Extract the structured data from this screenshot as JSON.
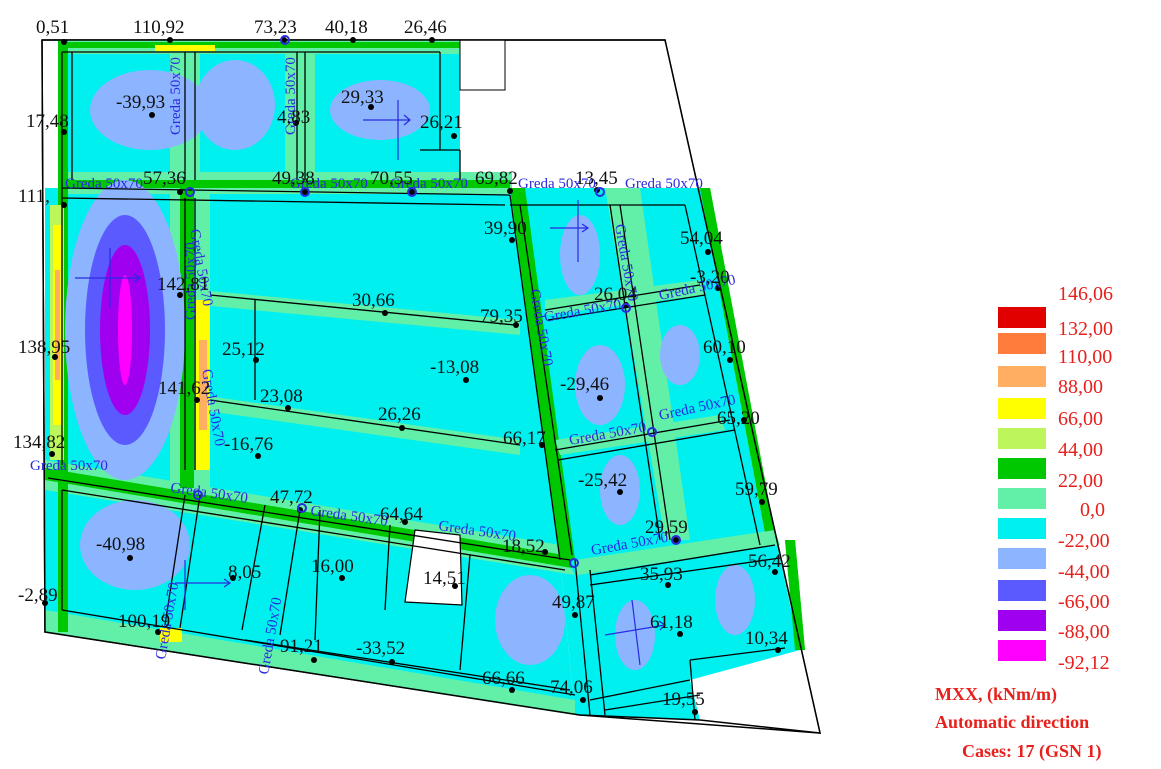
{
  "diagram": {
    "value_labels": [
      "0,51",
      "110,92",
      "73,23",
      "40,18",
      "26,46",
      "17,48",
      "-39,93",
      "29,33",
      "4,83",
      "26,21",
      "111,",
      "57,36",
      "49,38",
      "70,55",
      "69,82",
      "13,45",
      "39,90",
      "54,04",
      "142,81",
      "30,66",
      "26,04",
      "-3,20",
      "79,35",
      "138,95",
      "25,12",
      "-13,08",
      "60,10",
      "141,62",
      "-29,46",
      "23,08",
      "65,20",
      "26,26",
      "134,82",
      "-16,76",
      "66,17",
      "-25,42",
      "59,79",
      "47,72",
      "64,64",
      "29,59",
      "-40,98",
      "18,52",
      "56,42",
      "8,05",
      "16,00",
      "35,93",
      "14,51",
      "-2,89",
      "49,87",
      "100,19",
      "61,18",
      "10,34",
      "91,21",
      "-33,52",
      "66,66",
      "74,06",
      "19,55"
    ],
    "beam_labels": [
      "Greda 50x70",
      "Greda 50x70",
      "Greda 50x70",
      "Greda 50x70",
      "Greda 50x70",
      "Greda 50x70",
      "Greda 50x70",
      "Greda 50x70",
      "Greda 50x70",
      "Greda 50x70",
      "Greda 50x70",
      "Greda 50x70",
      "Greda 50x70",
      "Greda 50x70",
      "Greda 50x70",
      "Greda 50x70",
      "Greda 50x70",
      "Greda 50x70",
      "Greda 50x70",
      "Greda 50x70",
      "Greda 50x70",
      "Greda 50x70",
      "Greda 50x70"
    ]
  },
  "legend": {
    "items": [
      {
        "label": "146,06",
        "color": "#e00000"
      },
      {
        "label": "132,00",
        "color": "#ff7c3c"
      },
      {
        "label": "110,00",
        "color": "#ffae62"
      },
      {
        "label": "88,00",
        "color": "#ffff00"
      },
      {
        "label": "66,00",
        "color": "#bdf65a"
      },
      {
        "label": "44,00",
        "color": "#00c800"
      },
      {
        "label": "22,00",
        "color": "#62f0a8"
      },
      {
        "label": "0,0",
        "color": "#00f0f0"
      },
      {
        "label": "-22,00",
        "color": "#8cb4ff"
      },
      {
        "label": "-44,00",
        "color": "#5a5aff"
      },
      {
        "label": "-66,00",
        "color": "#a000f0"
      },
      {
        "label": "-88,00",
        "color": "#ff00ff"
      },
      {
        "label": "-92,12",
        "color": ""
      }
    ],
    "caption": [
      "MXX, (kNm/m)",
      "Automatic direction",
      "Cases: 17 (GSN 1)"
    ]
  },
  "colors": {
    "plate": "#00f0f0",
    "band": "#62f0a8",
    "support": "#00c800",
    "negative": "#8cb4ff",
    "strong_negative": "#5a5aff",
    "peak_negative": "#a000f0",
    "min_negative": "#ff00ff",
    "positive_hi": "#ffff00",
    "positive_max": "#ff7c3c",
    "beam_text": "#2a2ae0",
    "legend_text": "#e8201c"
  }
}
